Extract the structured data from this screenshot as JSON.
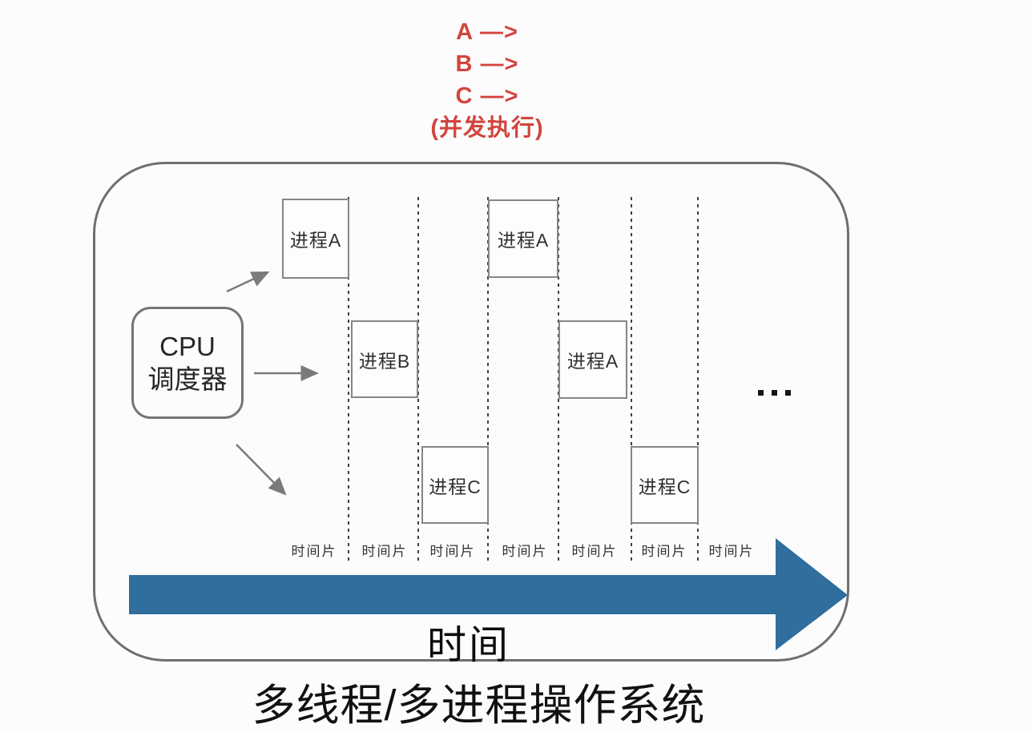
{
  "concurrency_note": {
    "lines": [
      "A —>",
      "B —>",
      "C —>",
      "(并发执行)"
    ],
    "color": "#d2453e"
  },
  "scheduler": {
    "label_line1": "CPU",
    "label_line2": "调度器"
  },
  "process_boxes": [
    {
      "label": "进程A",
      "row": 1,
      "column": 1
    },
    {
      "label": "进程A",
      "row": 1,
      "column": 4
    },
    {
      "label": "进程B",
      "row": 2,
      "column": 2
    },
    {
      "label": "进程A",
      "row": 2,
      "column": 5
    },
    {
      "label": "进程C",
      "row": 3,
      "column": 3
    },
    {
      "label": "进程C",
      "row": 3,
      "column": 6
    }
  ],
  "time_slices": [
    "时间片",
    "时间片",
    "时间片",
    "时间片",
    "时间片",
    "时间片",
    "时间片"
  ],
  "ellipsis": "...",
  "timeline": {
    "label": "时间",
    "arrow_color": "#2f6e9d"
  },
  "caption": "多线程/多进程操作系统",
  "colors": {
    "note_red": "#d2453e",
    "outline_gray": "#6f6f6f",
    "arrow_gray": "#7a7a7a",
    "timeline_blue": "#2f6e9d"
  }
}
